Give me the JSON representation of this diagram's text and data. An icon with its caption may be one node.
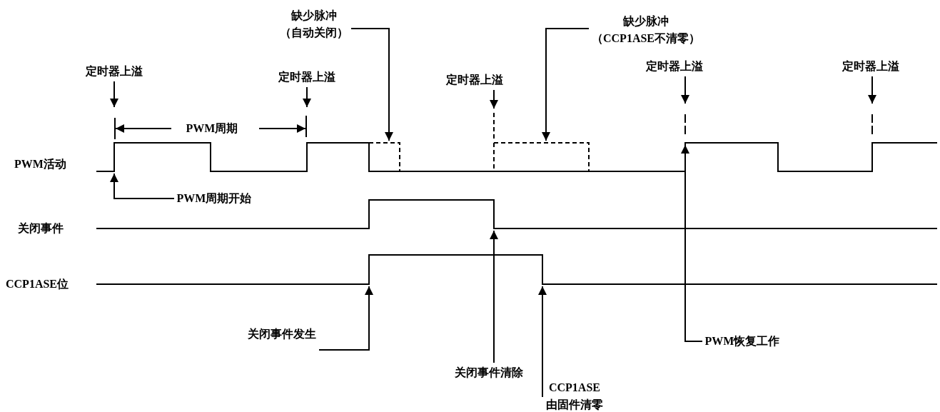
{
  "diagram": {
    "nodes": [
      {
        "text": [
          "定时器上溢"
        ]
      },
      {
        "text": [
          "定时器上溢"
        ]
      },
      {
        "text": [
          "缺少脉冲",
          "（自动关闭）"
        ]
      },
      {
        "text": [
          "定时器上溢"
        ]
      },
      {
        "text": [
          "缺少脉冲",
          "（CCP1ASE不清零）"
        ]
      },
      {
        "text": [
          "定时器上溢"
        ]
      },
      {
        "text": [
          "定时器上溢"
        ]
      },
      {
        "text": [
          "PWM周期开始"
        ]
      },
      {
        "text": [
          "关闭事件发生"
        ]
      },
      {
        "text": [
          "关闭事件清除"
        ]
      },
      {
        "text": [
          "CCP1ASE",
          "由固件清零"
        ]
      },
      {
        "text": [
          "PWM恢复工作"
        ]
      },
      {
        "text": [],
        "shape": "waveform"
      },
      {
        "text": [],
        "shape": "waveform"
      },
      {
        "text": [],
        "shape": "waveform"
      }
    ],
    "edges": [
      {
        "from": 0,
        "to": null,
        "arrow": "to"
      },
      {
        "from": 1,
        "to": null,
        "arrow": "to"
      },
      {
        "from": 2,
        "to": 12,
        "arrow": "to"
      },
      {
        "from": 3,
        "to": null,
        "arrow": "to"
      },
      {
        "from": 4,
        "to": 12,
        "arrow": "to"
      },
      {
        "from": 5,
        "to": null,
        "arrow": "to"
      },
      {
        "from": 6,
        "to": null,
        "arrow": "to"
      },
      {
        "from": 7,
        "to": 12,
        "arrow": "to"
      },
      {
        "from": 8,
        "to": 14,
        "arrow": "to"
      },
      {
        "from": 9,
        "to": 13,
        "arrow": "to"
      },
      {
        "from": 10,
        "to": 14,
        "arrow": "to"
      },
      {
        "from": 11,
        "to": 12,
        "arrow": "to"
      }
    ],
    "labels": [
      "PWM活动",
      "PWM周期",
      "关闭事件",
      "CCP1ASE位"
    ]
  }
}
